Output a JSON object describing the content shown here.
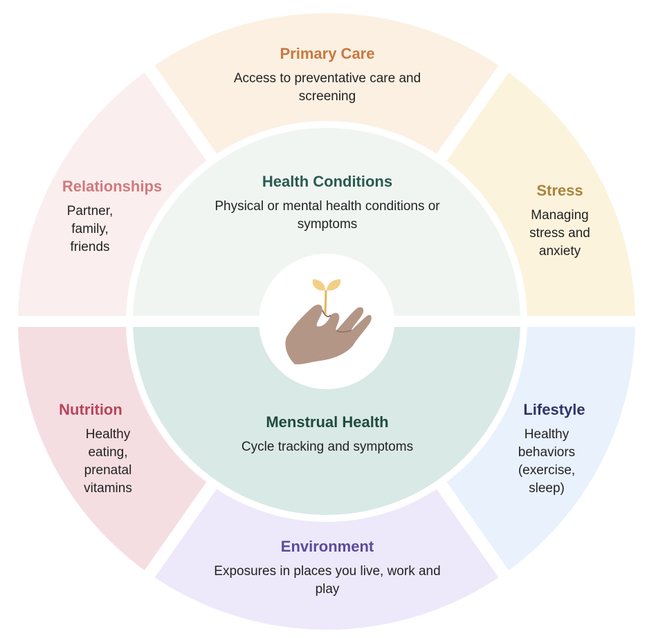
{
  "diagram": {
    "outer_segments": [
      {
        "id": "primary-care",
        "title": "Primary Care",
        "description": "Access to preventative care and screening",
        "fill": "#fbf0e2",
        "title_color": "#c9783d"
      },
      {
        "id": "stress",
        "title": "Stress",
        "description": "Managing stress and anxiety",
        "fill": "#fcf3dd",
        "title_color": "#a9843d"
      },
      {
        "id": "lifestyle",
        "title": "Lifestyle",
        "description": "Healthy behaviors (exercise, sleep)",
        "fill": "#e8f1fc",
        "title_color": "#2f3569"
      },
      {
        "id": "environment",
        "title": "Environment",
        "description": "Exposures in places you live, work and play",
        "fill": "#ede9fa",
        "title_color": "#5b4b9a"
      },
      {
        "id": "nutrition",
        "title": "Nutrition",
        "description": "Healthy eating, prenatal vitamins",
        "fill": "#f5dee2",
        "title_color": "#b8455a"
      },
      {
        "id": "relationships",
        "title": "Relationships",
        "description": "Partner, family, friends",
        "fill": "#fbeeee",
        "title_color": "#cf7a7e"
      }
    ],
    "inner_halves": [
      {
        "id": "health-conditions",
        "title": "Health Conditions",
        "description": "Physical or mental health conditions or symptoms",
        "fill": "#f0f5f2",
        "title_color": "#2a5a4e"
      },
      {
        "id": "menstrual-health",
        "title": "Menstrual Health",
        "description": "Cycle tracking and symptoms",
        "fill": "#d9e9e5",
        "title_color": "#1f4a3f"
      }
    ],
    "center_icon": "hand-holding-sprout-icon"
  }
}
